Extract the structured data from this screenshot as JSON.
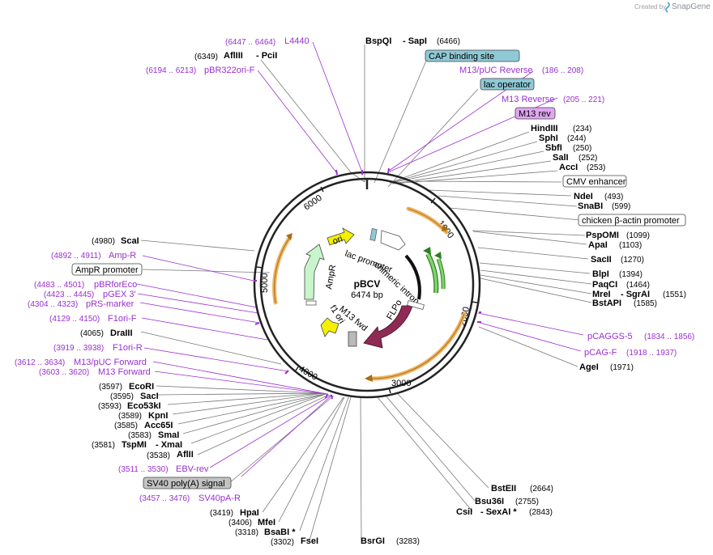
{
  "credit": {
    "prefix": "Created by",
    "brand": "SnapGene"
  },
  "plasmid": {
    "name": "pBCV",
    "length": "6474 bp"
  },
  "ticks": [
    "1000",
    "2000",
    "3000",
    "4000",
    "5000",
    "6000"
  ],
  "features": {
    "lac_promoter": "lac promoter",
    "chimeric_intron": "chimeric intron",
    "flpo": "FLPo",
    "ori": "ori",
    "ampr": "AmpR",
    "m13_fwd": "M13 fwd",
    "f1_ori": "f1 ori"
  },
  "labels_top": {
    "l4440_pos": "(6447 .. 6464)",
    "l4440": "L4440",
    "bspqi": "BspQI",
    "sapi": "- SapI",
    "bspqi_pos": "(6466)",
    "aflIII_pos": "(6349)",
    "aflIII": "AflIII",
    "pcii": "- PciI",
    "cap": "CAP binding site",
    "pbr_pos": "(6194 .. 6213)",
    "pbr": "pBR322ori-F",
    "m13puc_rev": "M13/pUC Reverse",
    "m13puc_rev_pos": "(186 .. 208)",
    "lac_op": "lac operator",
    "m13_reverse": "M13 Reverse",
    "m13_reverse_pos": "(205 .. 221)",
    "m13_rev": "M13 rev"
  },
  "labels_right": {
    "hindIII": "HindIII",
    "hindIII_pos": "(234)",
    "sphi": "SphI",
    "sphi_pos": "(244)",
    "sbfi": "SbfI",
    "sbfi_pos": "(250)",
    "sali": "SalI",
    "sali_pos": "(252)",
    "acci": "AccI",
    "acci_pos": "(253)",
    "cmv": "CMV enhancer",
    "ndei": "NdeI",
    "ndei_pos": "(493)",
    "snabi": "SnaBI",
    "snabi_pos": "(599)",
    "cba": "chicken β-actin promoter",
    "pspomi": "PspOMI",
    "pspomi_pos": "(1099)",
    "apai": "ApaI",
    "apai_pos": "(1103)",
    "sacii": "SacII",
    "sacii_pos": "(1270)",
    "blpi": "BlpI",
    "blpi_pos": "(1394)",
    "paqci": "PaqCI",
    "paqci_pos": "(1464)",
    "mrei": "MreI",
    "sgrai": "- SgrAI",
    "mrei_pos": "(1551)",
    "bstapi": "BstAPI",
    "bstapi_pos": "(1585)",
    "pcaggs": "pCAGGS-5",
    "pcaggs_pos": "(1834 .. 1856)",
    "pcag": "pCAG-F",
    "pcag_pos": "(1918 .. 1937)",
    "agei": "AgeI",
    "agei_pos": "(1971)"
  },
  "labels_bottom": {
    "bsteii": "BstEII",
    "bsteii_pos": "(2664)",
    "bsu36i": "Bsu36I",
    "bsu36i_pos": "(2755)",
    "csii": "CsiI",
    "sexai": "- SexAI *",
    "csii_pos": "(2843)",
    "bsrgi": "BsrGI",
    "bsrgi_pos": "(3283)",
    "fsei_pos": "(3302)",
    "fsei": "FseI",
    "bsabi_pos": "(3318)",
    "bsabi": "BsaBI *",
    "mfei_pos": "(3406)",
    "mfei": "MfeI",
    "hpai_pos": "(3419)",
    "hpai": "HpaI"
  },
  "labels_left": {
    "scai_pos": "(4980)",
    "scai": "ScaI",
    "ampr_pos": "(4892 .. 4911)",
    "ampr": "Amp-R",
    "ampr_prom": "AmpR promoter",
    "pbrfor_pos": "(4483 .. 4501)",
    "pbrfor": "pBRforEco",
    "pgex_pos": "(4423 .. 4445)",
    "pgex": "pGEX 3'",
    "prs_pos": "(4304 .. 4323)",
    "prs": "pRS-marker",
    "f1ori_f_pos": "(4129 .. 4150)",
    "f1ori_f": "F1ori-F",
    "draIII_pos": "(4065)",
    "draIII": "DraIII",
    "f1ori_r_pos": "(3919 .. 3938)",
    "f1ori_r": "F1ori-R",
    "m13puc_fwd_pos": "(3612 .. 3634)",
    "m13puc_fwd": "M13/pUC Forward",
    "m13_forward_pos": "(3603 .. 3620)",
    "m13_forward": "M13 Forward",
    "ecori_pos": "(3597)",
    "ecori": "EcoRI",
    "saci_pos": "(3595)",
    "saci": "SacI",
    "eco53ki_pos": "(3593)",
    "eco53ki": "Eco53kI",
    "kpni_pos": "(3589)",
    "kpni": "KpnI",
    "acc65i_pos": "(3585)",
    "acc65i": "Acc65I",
    "smai_pos": "(3583)",
    "smai": "SmaI",
    "tspmi_pos": "(3581)",
    "tspmi": "TspMI",
    "xmai": "- XmaI",
    "aflii_pos": "(3538)",
    "aflii": "AflII",
    "ebv_pos": "(3511 .. 3530)",
    "ebv": "EBV-rev",
    "sv40pa": "SV40 poly(A) signal",
    "sv40pa_r_pos": "(3457 .. 3476)",
    "sv40pa_r": "SV40pA-R"
  },
  "colors": {
    "ori": "#f5ef00",
    "ampr": "#c8f5cc",
    "flpo": "#8f2a55",
    "primer": "#f0b462",
    "intron_green": "#7fd66a",
    "purple": "#9a2fd0",
    "box_blue": "#8fc9d6",
    "box_purple": "#dfa7f0",
    "box_gray": "#c3c3c3"
  }
}
